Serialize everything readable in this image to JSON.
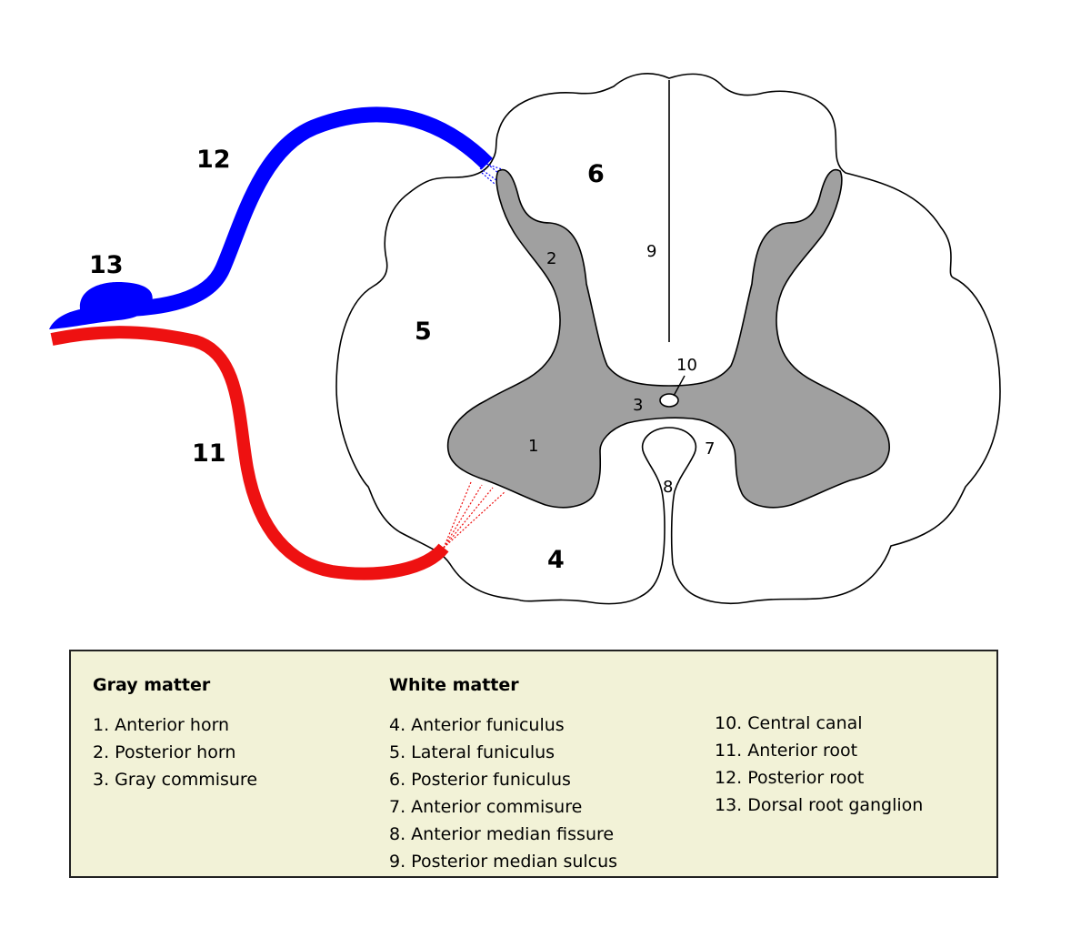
{
  "diagram": {
    "labels": {
      "l1": "1",
      "l2": "2",
      "l3": "3",
      "l4": "4",
      "l5": "5",
      "l6": "6",
      "l7": "7",
      "l8": "8",
      "l9": "9",
      "l10": "10",
      "l11": "11",
      "l12": "12",
      "l13": "13"
    },
    "colors": {
      "gray_matter": "#a0a0a0",
      "posterior_root": "#0000ff",
      "anterior_root": "#ee1111",
      "outline": "#000000"
    }
  },
  "legend": {
    "gray_title": "Gray matter",
    "gray_items": [
      "1. Anterior horn",
      "2. Posterior horn",
      "3. Gray commisure"
    ],
    "white_title": "White matter",
    "white_items": [
      "4. Anterior funiculus",
      "5. Lateral funiculus",
      "6. Posterior funiculus",
      "7. Anterior commisure",
      "8. Anterior median fissure",
      "9. Posterior median sulcus"
    ],
    "other_items": [
      "10. Central canal",
      "11. Anterior root",
      "12. Posterior root",
      "13. Dorsal root ganglion"
    ],
    "background": "#f2f2d7"
  }
}
